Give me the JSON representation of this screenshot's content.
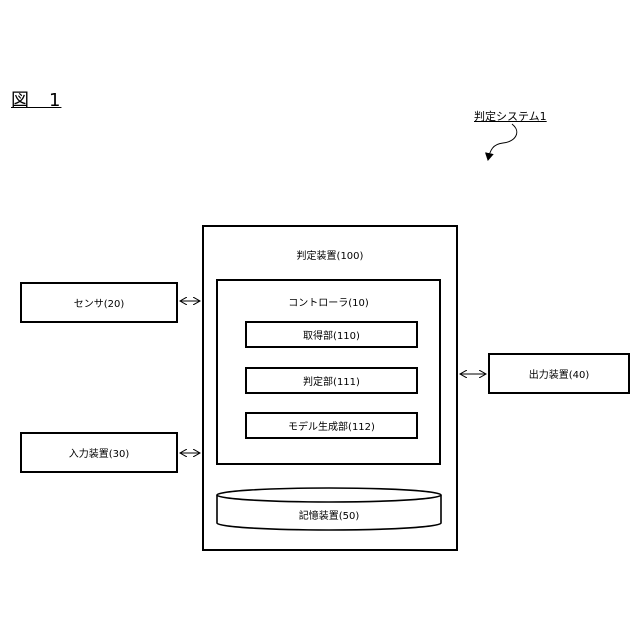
{
  "figure": {
    "label": "図　1"
  },
  "system": {
    "label": "判定システム1"
  },
  "devices": {
    "judgment_device": "判定装置(100)",
    "controller": "コントローラ(10)",
    "acquisition": "取得部(110)",
    "judgment_unit": "判定部(111)",
    "model_generation": "モデル生成部(112)",
    "storage": "記憶装置(50)",
    "sensor": "センサ(20)",
    "input_device": "入力装置(30)",
    "output_device": "出力装置(40)"
  }
}
